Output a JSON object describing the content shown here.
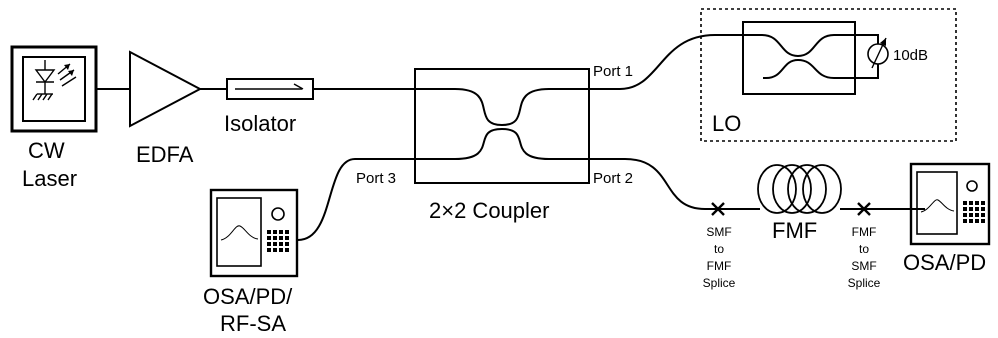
{
  "labels": {
    "cw_laser_line1": "CW",
    "cw_laser_line2": "Laser",
    "edfa": "EDFA",
    "isolator": "Isolator",
    "coupler": "2×2 Coupler",
    "port1": "Port 1",
    "port2": "Port 2",
    "port3": "Port 3",
    "lo": "LO",
    "attenuation": "10dB",
    "fmf": "FMF",
    "splice_in": [
      "SMF",
      "to",
      "FMF",
      "Splice"
    ],
    "splice_out": [
      "FMF",
      "to",
      "SMF",
      "Splice"
    ],
    "osa_left": [
      "OSA/PD/",
      "RF-SA"
    ],
    "osa_right": "OSA/PD"
  },
  "icons": {
    "laser": "laser-diode-icon",
    "amplifier": "amplifier-triangle-icon",
    "isolator": "isolator-arrow-icon",
    "attenuator": "variable-attenuator-icon",
    "instrument": "spectrum-analyzer-icon",
    "splice": "splice-cross-icon",
    "fiber_coil": "fiber-coil-icon"
  },
  "colors": {
    "stroke": "#000000",
    "background": "#ffffff"
  }
}
